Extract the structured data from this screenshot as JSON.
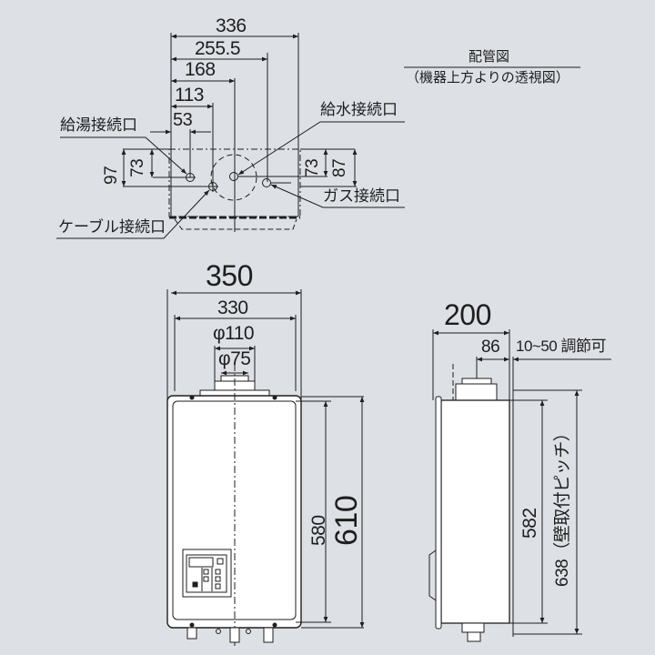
{
  "piping_view": {
    "title": "配管図",
    "subtitle": "（機器上方よりの透視図）",
    "dims_horizontal": [
      "336",
      "255.5",
      "168",
      "113",
      "53"
    ],
    "dims_left_vertical": [
      "97",
      "73"
    ],
    "dims_right_vertical": [
      "73",
      "87"
    ],
    "labels": {
      "hot_water": "給湯接続口",
      "cold_water": "給水接続口",
      "gas": "ガス接続口",
      "cable": "ケーブル接続口"
    }
  },
  "front_view": {
    "width_outer": "350",
    "width_inner": "330",
    "flue_outer": "φ110",
    "flue_inner": "φ75",
    "height_inner": "580",
    "height_outer": "610"
  },
  "side_view": {
    "depth": "200",
    "flue_offset": "86",
    "adjustable": "10~50 調節可",
    "height_body": "582",
    "mount_pitch": "638（壁取付ピッチ）"
  },
  "colors": {
    "background": "#dde0e5",
    "line": "#1e1e1e",
    "body": "#ffffff"
  }
}
